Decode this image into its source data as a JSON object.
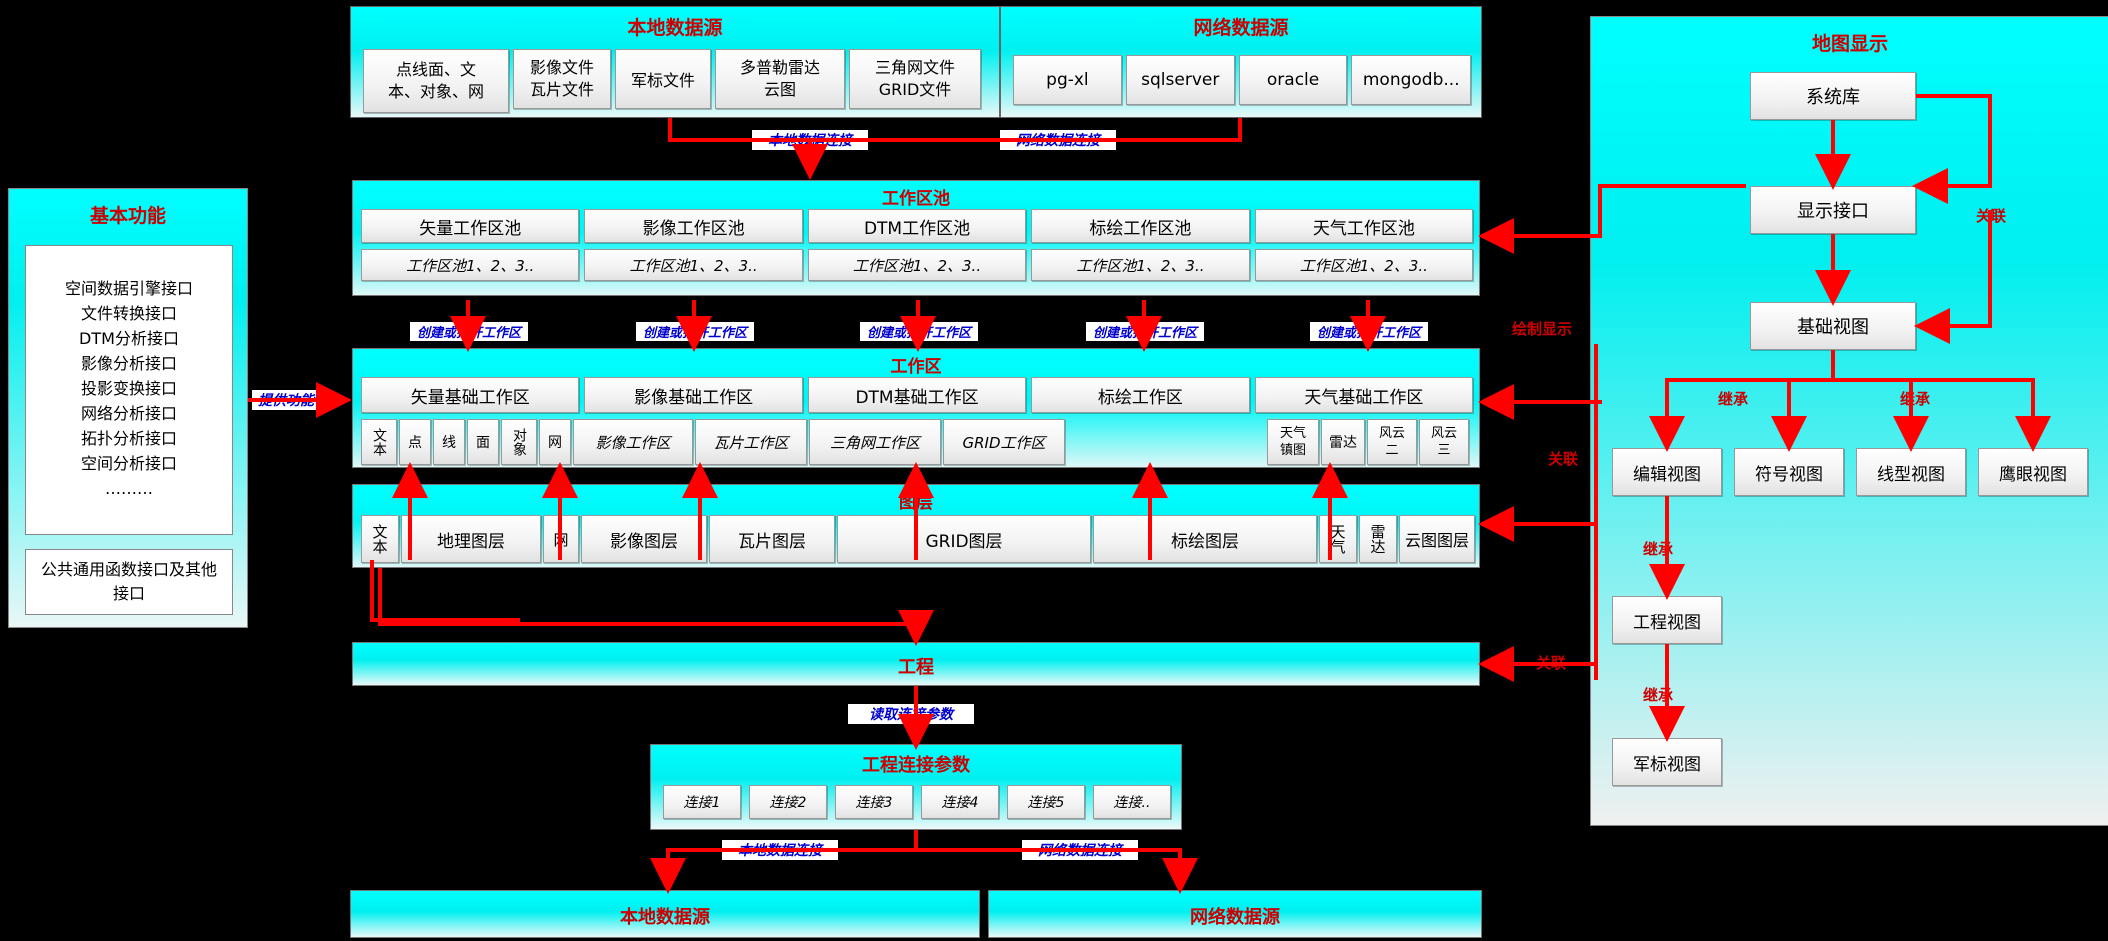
{
  "colors": {
    "accent_red": "#cc0000",
    "label_blue": "#0000cc",
    "panel_cyan": "#00ffff",
    "bg": "#000000"
  },
  "local_source_top": {
    "title": "本地数据源",
    "items": [
      "点线面、文本、对象、网",
      "影像文件\n瓦片文件",
      "军标文件",
      "多普勒雷达云图",
      "三角网文件\nGRID文件"
    ]
  },
  "net_source_top": {
    "title": "网络数据源",
    "items": [
      "pg-xl",
      "sqlserver",
      "oracle",
      "mongodb..."
    ]
  },
  "map_display": {
    "title": "地图显示",
    "nodes": {
      "system_lib": "系统库",
      "display_interface": "显示接口",
      "base_view": "基础视图",
      "edit_view": "编辑视图",
      "symbol_view": "符号视图",
      "line_view": "线型视图",
      "eagle_view": "鹰眼视图",
      "project_view": "工程视图",
      "military_view": "军标视图"
    },
    "labels": {
      "relate_1": "关联",
      "inherit_1": "继承",
      "inherit_2": "继承",
      "inherit_3": "继承",
      "inherit_4": "继承"
    }
  },
  "basic_function": {
    "title": "基本功能",
    "list": "空间数据引擎接口\n文件转换接口\nDTM分析接口\n影像分析接口\n投影变换接口\n网络分析接口\n拓扑分析接口\n空间分析接口\n………",
    "footer": "公共通用函数接口及其他接口",
    "link_label": "提供功能"
  },
  "workpool": {
    "title": "工作区池",
    "cols": [
      "矢量工作区池",
      "影像工作区池",
      "DTM工作区池",
      "标绘工作区池",
      "天气工作区池"
    ],
    "subs": [
      "工作区池1、2、3..",
      "工作区池1、2、3..",
      "工作区池1、2、3..",
      "工作区池1、2、3..",
      "工作区池1、2、3.."
    ]
  },
  "workarea": {
    "title": "工作区",
    "cols": [
      "矢量基础工作区",
      "影像基础工作区",
      "DTM基础工作区",
      "标绘工作区",
      "天气基础工作区"
    ],
    "small": [
      "文本",
      "点",
      "线",
      "面",
      "对象",
      "网",
      "影像工作区",
      "瓦片工作区",
      "三角网工作区",
      "GRID工作区",
      "天气镇图",
      "雷达",
      "风云二",
      "风云三"
    ],
    "create_labels": [
      "创建或打开工作区",
      "创建或打开工作区",
      "创建或打开工作区",
      "创建或打开工作区",
      "创建或打开工作区"
    ]
  },
  "layers": {
    "title": "图层",
    "items": [
      "文本",
      "地理图层",
      "网",
      "影像图层",
      "瓦片图层",
      "GRID图层",
      "标绘图层",
      "天气",
      "雷达",
      "云图图层"
    ]
  },
  "project": {
    "title": "工程",
    "relate_label": "关联"
  },
  "project_params": {
    "title": "工程连接参数",
    "items": [
      "连接1",
      "连接2",
      "连接3",
      "连接4",
      "连接5",
      "连接.."
    ],
    "read_label": "读取连接参数"
  },
  "bottom_sources": {
    "local": "本地数据源",
    "net": "网络数据源",
    "local_link": "本地数据连接",
    "net_link": "网络数据连接"
  },
  "top_links": {
    "local": "本地数据连接",
    "net": "网络数据连接"
  },
  "right_links": {
    "draw_display": "绘制显示",
    "relate_mid": "关联"
  }
}
